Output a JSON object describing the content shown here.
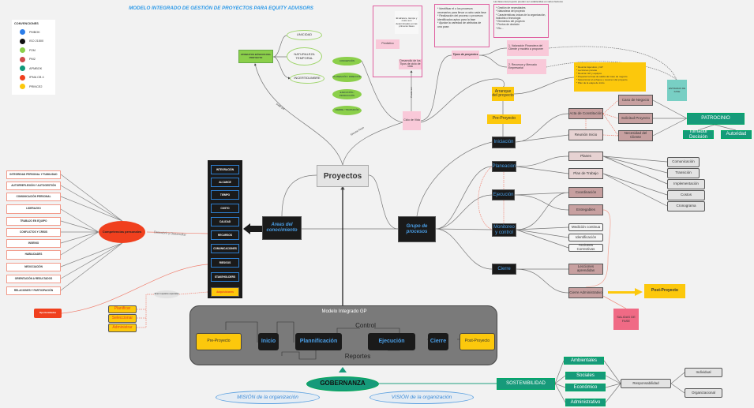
{
  "title": "MODELO INTEGRADO DE GESTIÓN DE PROYECTOS PARA EQUITY ADVISORS",
  "legend": {
    "title": "CONVENCIONES",
    "items": [
      {
        "label": "PMBOK",
        "color": "#2b7de9"
      },
      {
        "label": "ISO 21500",
        "color": "#111111"
      },
      {
        "label": "P2M",
        "color": "#8bcf4a"
      },
      {
        "label": "PM2",
        "color": "#d04a4a"
      },
      {
        "label": "APMBOK",
        "color": "#11997a"
      },
      {
        "label": "IPMA CB 4",
        "color": "#f0401e"
      },
      {
        "label": "PRINCE2",
        "color": "#fcc80c"
      }
    ]
  },
  "atributos": {
    "label": "ATRIBUTOS BÁSICOS DEL PROYECTO",
    "items": [
      "UNICIDAD",
      "NATURALEZA TEMPORAL",
      "INCERTIDUMBRE"
    ]
  },
  "ciclo_fases": [
    "CONCEPCIÓN",
    "PLANEACIÓN / DIRECCIÓN",
    "EJECUCIÓN / PRODUCCIÓN",
    "CIERRE / TRANSICIÓN"
  ],
  "ciclo": {
    "label": "Ciclo de Vida",
    "predictivo": "Predictivo",
    "desarrollo": "Desarrollo de los Tipos de ciclo de vida",
    "alcance_note": "El alcance, tiempo y costo son determinados en las primeras fases",
    "edge_puede_ser": "Puede ser",
    "edge_dado_por": "Dado por",
    "edge_ejecutar": "Ejecutar fases"
  },
  "procesos_note": [
    "* Identificar el o los procesos necesarios para llevar a cabo cada fase",
    "* Realización del proceso o procesos identificados aptos para la fase",
    "*  Ajustar la variedad de atributos de una pase."
  ],
  "fases_caption": "Las fases del proyecto pueden ser establecidas en varios factores",
  "fases_factors": [
    "* Gestión de necesidades",
    "* Naturaleza del proyecto",
    "* Características únicas de la organización, industria o tecnología",
    "* Elementos del proyecto",
    "* Puntos de decisión",
    "* Etc..."
  ],
  "tipos": {
    "label": "Tipos de proyectos",
    "items": [
      "1. Valoración Financiera del Cliente y modelo a proponer",
      "2. Recursos y Mercado Empresarial"
    ]
  },
  "arranque": {
    "label": "Arranque del proyecto",
    "items": [
      "* Reunión Ejecutivo y GP",
      "* Lecciones previas",
      "* Reunión GP y equipos",
      "* Preparar la línea de salida del caso de negocio",
      "* Seleccionar el enfoque y resumen del proyecto",
      "* Plan de la etapa de inicio"
    ]
  },
  "entradas": "ENTRADAS DE FASE",
  "pre_proyecto": "Pre-Proyecto",
  "inicio_docs": {
    "caso": "Caso de Negocio",
    "solicitud": "Solicitud Proyecto",
    "necesidad": "Necesidad del Cliente",
    "acta": "Acta de Constitución",
    "reunion": "Reunión Inicio"
  },
  "patrocinio": {
    "label": "PATROCINIO",
    "items": [
      "Tomador Decisión",
      "Autoridad"
    ]
  },
  "grupos": [
    "Iniciación",
    "Planeación",
    "Ejecución",
    "Monitoreo y control",
    "Cierre"
  ],
  "outputs": {
    "planes": "Planes",
    "plan_trabajo": "Plan de Trabajo",
    "coordinacion": "Coordinación",
    "entregables": "Entregables",
    "medicion": "Medición continua",
    "identificacion": "Identificación",
    "acciones": "Acciones Correctivas",
    "lecciones": "Lecciones aprendidas",
    "cierre_admin": "Cierre Administrativo"
  },
  "plan_items": [
    "Comunicación",
    "Transición",
    "Implementación",
    "Costos",
    "Cronograma"
  ],
  "post_proyecto": "Post-Proyecto",
  "salidas": "SALIDAS DE FASE",
  "proyectos": "Proyectos",
  "areas": "Areas del conocimiento",
  "grupo_procesos": "Grupo de procesos",
  "knowledge_areas": [
    "INTEGRACIÓN",
    "ALCANCE",
    "TIEMPO",
    "COSTO",
    "CALIDAD",
    "RECURSOS",
    "COMUNICACIONES",
    "RIESGOS",
    "STAKEHOLDERS",
    "Adquisiciones"
  ],
  "competencias": {
    "label": "Competencias personales",
    "edge": "Descubrir y Desarrollar",
    "items": [
      "INTEGRIDAD PERSONAL Y FIABILIDAD",
      "AUTORREFLEXIÓN Y AUTOGESTIÓN",
      "COMUNICACIÓN PERSONAL",
      "LIDERAZGO",
      "TRABAJO EN EQUIPO",
      "CONFLICTOS Y CRISIS",
      "INGENIO",
      "HABILIDADES",
      "NEGOCIACIÓN",
      "ORIENTACIÓN A RESULTADOS",
      "RELACIONES Y PARTICIPACIÓN"
    ]
  },
  "oportunidades": "Oportunidades",
  "adquisiciones": {
    "note": "Tener requisitos especiales",
    "items": [
      "Planificar",
      "Seleccionar",
      "Administrar"
    ]
  },
  "modelo": {
    "title": "Modelo Integrado GP",
    "pre": "Pre-Proyecto",
    "inicio": "Inicio",
    "planificacion": "Plannificación",
    "ejecucion": "Ejecución",
    "cierre": "Cierre",
    "post": "Post-Proyecto",
    "control": "Control",
    "reportes": "Reportes"
  },
  "gobernanza": "GOBERNANZA",
  "mision": "MISIÓN de la organización",
  "vision": "VISIÓN de la organización",
  "sostenibilidad": {
    "label": "SOSTENIBILIDAD",
    "items": [
      "Ambientales",
      "Sociales",
      "Económico",
      "Administrativo"
    ],
    "responsabilidad": "Responsabilidad",
    "resp_items": [
      "Individual",
      "Organizacional"
    ]
  }
}
